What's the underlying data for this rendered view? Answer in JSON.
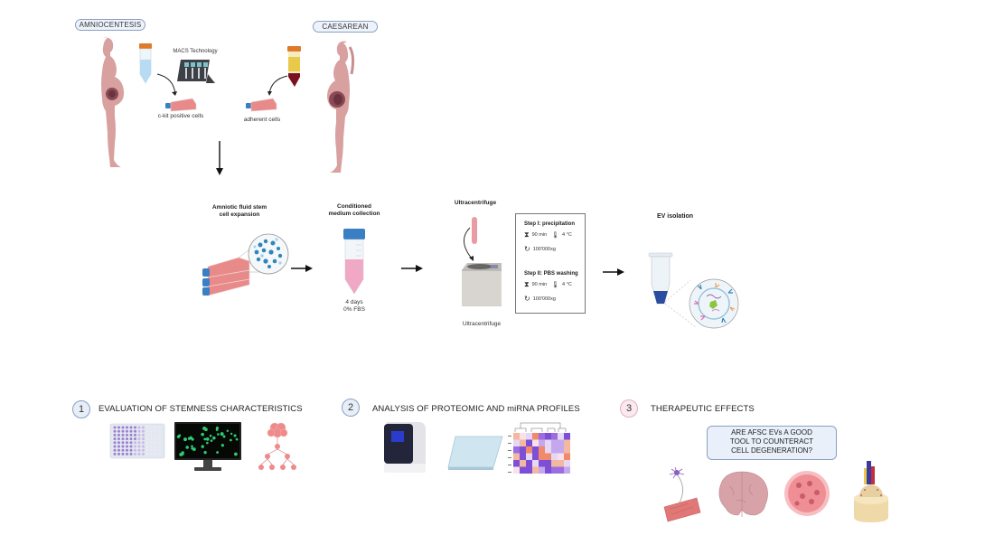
{
  "top": {
    "amniocentesis_label": "AMNIOCENTESIS",
    "caesarean_label": "CAESAREAN",
    "macs_label": "MACS Technology",
    "ckit_label": "c-kit positive cells",
    "adherent_label": "adherent cells"
  },
  "workflow": {
    "expansion_title_line1": "Amniotic fluid stem",
    "expansion_title_line2": "cell expansion",
    "conditioned_title_line1": "Conditioned",
    "conditioned_title_line2": "medium collection",
    "conditioned_note_line1": "4 days",
    "conditioned_note_line2": "0% FBS",
    "ultracentrifuge_title": "Ultracentrifuge",
    "ultracentrifuge_caption": "Ultracentrifuge",
    "ev_isolation_title": "EV isolation",
    "steps": [
      {
        "title": "Step I: precipitation",
        "time": "90 min",
        "temp": "4 °C",
        "speed": "100'000xg"
      },
      {
        "title": "Step II: PBS washing",
        "time": "90 min",
        "temp": "4 °C",
        "speed": "100'000xg"
      }
    ]
  },
  "sections": [
    {
      "number": "1",
      "title": "EVALUATION OF STEMNESS CHARACTERISTICS",
      "circle_color": "#e8eef8",
      "circle_border": "#8aa0c0"
    },
    {
      "number": "2",
      "title": "ANALYSIS OF PROTEOMIC AND miRNA PROFILES",
      "circle_color": "#e8eef8",
      "circle_border": "#8aa0c0"
    },
    {
      "number": "3",
      "title": "THERAPEUTIC EFFECTS",
      "circle_color": "#fbe9f0",
      "circle_border": "#e0b0c4"
    }
  ],
  "question": {
    "line1": "ARE AFSC EVs A GOOD",
    "line2": "TOOL TO COUNTERACT",
    "line3": "CELL DEGENERATION?"
  },
  "colors": {
    "skin": "#d9a0a0",
    "flask_pink": "#e88a8a",
    "cap_blue": "#3a7fc4",
    "cap_orange": "#e07a2a",
    "cell_blue": "#2f86b8",
    "green_cells": "#2ecc71"
  }
}
